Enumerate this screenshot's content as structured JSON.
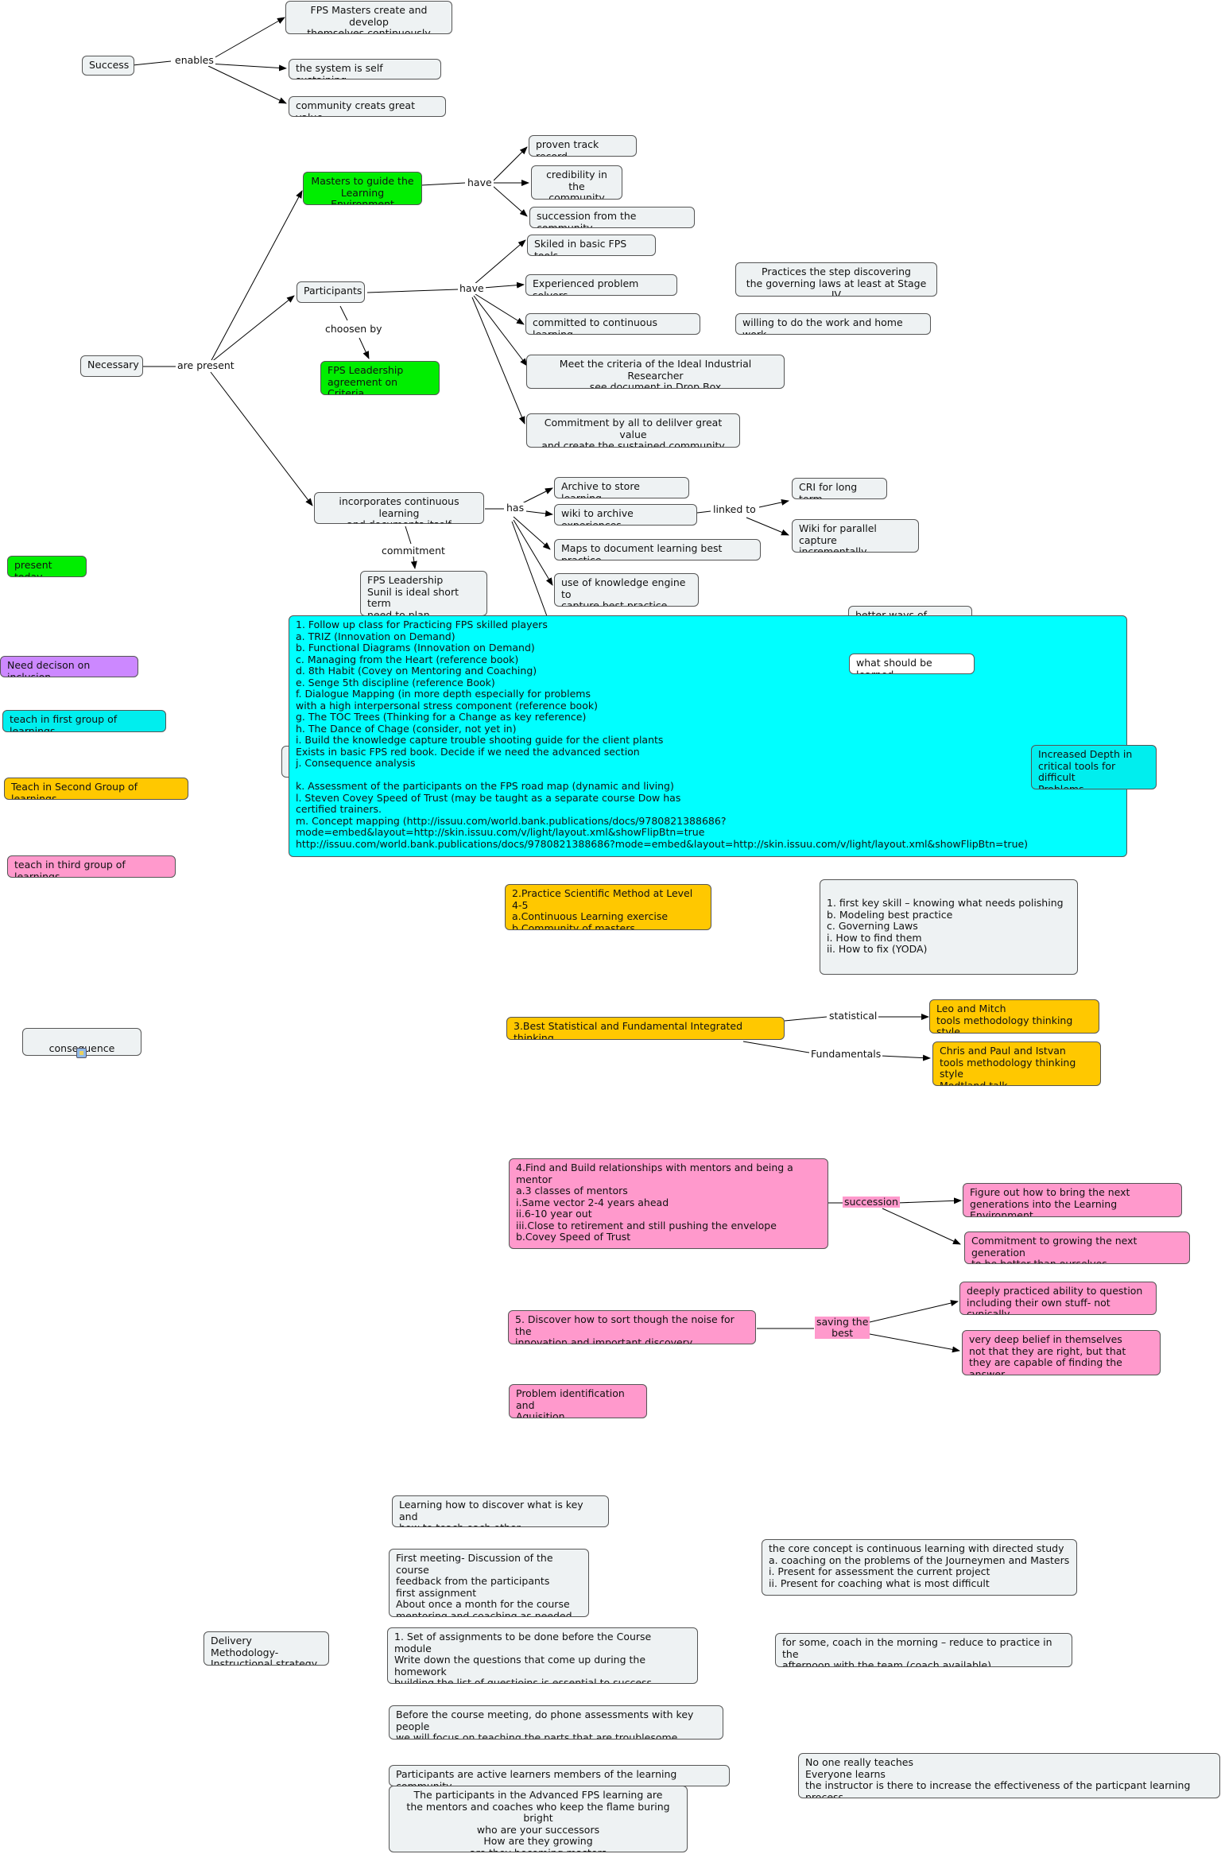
{
  "nodes": {
    "success": "Success",
    "fps_masters": "FPS Masters create and develop\nthemselves continuously",
    "self_sustaining": "the system is self sustaining",
    "community_value": "community creats great value",
    "masters_guide": "Masters to guide the\nLearning Environment",
    "track_record": "proven track record",
    "credibility": "credibility in the\ncommunity",
    "succession_community": "succession from the community",
    "participants": "Participants",
    "skilled": "Skiled in basic FPS tools",
    "experienced": "Experienced problem solvers",
    "practices_step": "Practices the step discovering\nthe governing laws at least at Stage IV",
    "committed": "committed to continuous learning",
    "willing": "willing to do the work and home work",
    "leadership_criteria": "FPS Leadership\nagreement on Criteria",
    "necessary": "Necessary",
    "ideal_researcher": "Meet the criteria of the Ideal Industrial Researcher\nsee document in Drop Box",
    "commitment_all": "Commitment by all to delilver great value\nand create the sustained community",
    "incorporates": "incorporates continuous learning\nand documents itself",
    "archive": "Archive to store learning",
    "wiki": "wiki to archive experiences",
    "cri": "CRI for long term",
    "wiki_parallel": "Wiki for parallel capture\nincrementally",
    "maps": "Maps to document learning best practice",
    "knowledge_engine": "use of knowledge engine to\ncapture best practice",
    "fps_leadership_sunil": "FPS Leadership\nSunil is ideal short term\nneed to plan successor",
    "better_ways": "better ways of learning",
    "what_learned": "what should be learned",
    "increased_depth": "Increased Depth in\ncritical tools for difficult\nProblems",
    "big_list": "1.    Follow up class for Practicing FPS skilled players\na.    TRIZ (Innovation on Demand)\nb.    Functional Diagrams (Innovation on Demand)\nc.    Managing from the Heart (reference book)\nd.    8th Habit  (Covey on Mentoring and Coaching)\ne.    Senge 5th discipline (reference Book)\nf.     Dialogue Mapping (in more depth especially for problems\n        with a high interpersonal stress component (reference book)\ng.    The TOC Trees (Thinking for a Change as key reference)\nh.    The Dance of Chage (consider, not yet in)\ni.     Build the knowledge capture trouble shooting guide for the client plants\nExists in basic FPS red book.    Decide if we need the advanced section\nj.    Consequence analysis\n\nk.    Assessment of the participants on the FPS road map (dynamic and living)\nl.     Steven Covey Speed of Trust (may be taught as a separate course Dow has\n        certified trainers.\nm.   Concept mapping (http://issuu.com/world.bank.publications/docs/9780821388686?mode=embed&layout=http://skin.issuu.com/v/light/layout.xml&showFlipBtn=true\nhttp://issuu.com/world.bank.publications/docs/9780821388686?mode=embed&layout=http://skin.issuu.com/v/light/layout.xml&showFlipBtn=true)",
    "scientific": "2.Practice Scientific Method at Level 4-5\na.Continuous Learning exercise\nb.Community of masters",
    "key_skill": "1.    first key skill – knowing what needs polishing\nb.    Modeling best practice\nc.    Governing Laws\ni.     How to find them\nii.    How to fix (YODA)",
    "statistical_thinking": "3.Best Statistical and Fundamental Integrated thinking",
    "leo_mitch": "Leo and Mitch\ntools methodology thinking style",
    "chris_paul": "Chris and Paul and Istvan\ntools methodology thinking style\nModtland talk",
    "mentors": "4.Find and Build relationships with mentors and being a mentor\na.3 classes of mentors\ni.Same vector 2-4 years ahead\nii.6-10 year out\niii.Close to retirement and still pushing the envelope\nb.Covey Speed of Trust",
    "figure_out": "Figure out how to bring the next\ngenerations into the Learning Environment",
    "commitment_growing": "Commitment to growing the next generation\nto be better than ourselves",
    "discover_sort": "5. Discover how to sort though the noise for the\ninnovation and important discovery",
    "deeply_practiced": "deeply practiced ability to question\nincluding their own stuff- not cynically",
    "deep_belief": "very deep belief in themselves\nnot that they are right, but that\nthey are capable of finding the answer",
    "problem_id": "Problem identification and\nAquisition",
    "learning_discover": "Learning how to discover what is key and\nhow to teach each other",
    "first_meeting": "First meeting- Discussion of the course\nfeedback from the participants\nfirst assignment\nAbout once a month for the course\nmentoring and coaching as needed",
    "core_concept": "the core concept is continuous learning with directed study\na.    coaching on the problems of the Journeymen and Masters\ni.     Present for assessment the current project\nii.    Present for coaching what is most difficult",
    "delivery": "Delivery Methodology-\nInstructional strategy",
    "assignments": "1. Set of assignments to be done before the Course\nmodule\nWrite down the questions that come up during the homework\nbuilding the list of questioins is essential to success",
    "some_coach": "for some, coach in the morning – reduce to practice in the\nafternoon with the team (coach available)",
    "before_meeting": "Before the course meeting, do phone assessments with key people\nwe will focus on teaching the parts that are troublesome",
    "no_one": "No one really teaches\nEveryone learns\nthe instructor is there to increase the effectiveness of the particpant learning process",
    "active_learners": "Participants are active learners members of the learning community",
    "advanced_fps": "The participants in the Advanced FPS learning are\nthe mentors and coaches who keep the flame buring bright\nwho are your successors\nHow are they growing\nare they becoming masters",
    "consequence": "consequence analysis"
  },
  "legend": {
    "present_today": "present today",
    "need_decision": "Need decison on inclusion",
    "first_group": "teach in first group of learnings",
    "second_group": "Teach in Second Group of learnings",
    "third_group": "teach in third group of learnings"
  },
  "links": {
    "enables": "enables",
    "have1": "have",
    "have2": "have",
    "choosen_by": "choosen by",
    "are_present": "are present",
    "has": "has",
    "linked_to": "linked to",
    "commitment": "commitment",
    "statistical": "statistical",
    "fundamentals": "Fundamentals",
    "succession": "succession",
    "saving_best": "saving the\nbest"
  },
  "colors": {
    "present_today": "#00ee00",
    "need_decision": "#cc88ff",
    "first_group": "#00eeee",
    "second_group": "#ffc800",
    "third_group": "#ff99cc",
    "node": "#eef2f3"
  }
}
